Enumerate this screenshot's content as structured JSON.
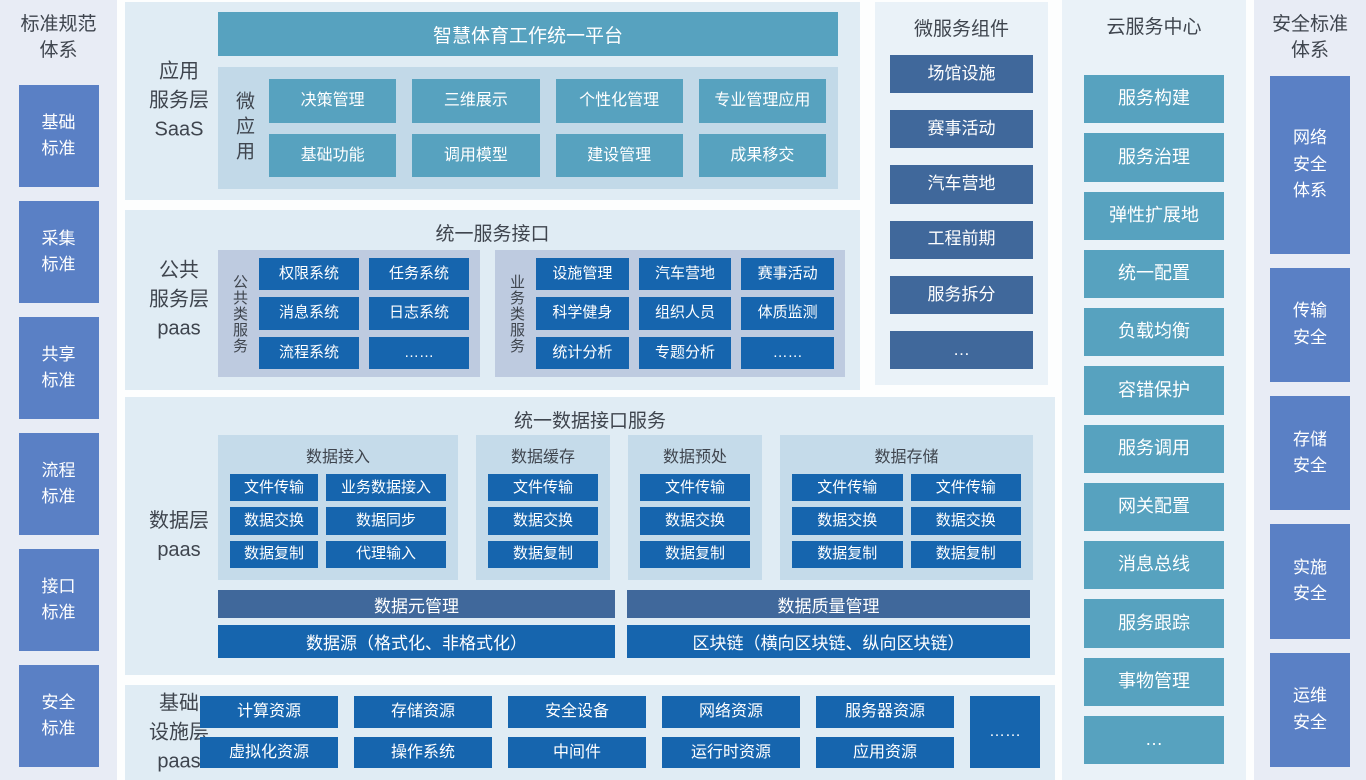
{
  "colors": {
    "sidebar_bg": "#E8ECF5",
    "sidebar_box": "#5A80C5",
    "panel_bg": "#E0ECF4",
    "column_bg": "#EAF2F8",
    "micro_inner": "#C2D9E8",
    "service_inner": "#BECBE0",
    "data_inner": "#C5DBEA",
    "teal": "#57A2BF",
    "dark_blue": "#1665AE",
    "slate": "#40689B",
    "text_dark": "#3F454E"
  },
  "left_sidebar": {
    "title": "标准规范\n体系",
    "items": [
      "基础\n标准",
      "采集\n标准",
      "共享\n标准",
      "流程\n标准",
      "接口\n标准",
      "安全\n标准"
    ]
  },
  "saas_layer": {
    "label": "应用\n服务层\nSaaS",
    "platform_title": "智慧体育工作统一平台",
    "micro_label": "微应用",
    "apps": [
      "决策管理",
      "三维展示",
      "个性化管理",
      "专业管理应用",
      "基础功能",
      "调用模型",
      "建设管理",
      "成果移交"
    ]
  },
  "public_layer": {
    "label": "公共\n服务层\npaas",
    "title": "统一服务接口",
    "groups": [
      {
        "label": "公共类服务",
        "items": [
          "权限系统",
          "任务系统",
          "消息系统",
          "日志系统",
          "流程系统",
          "……"
        ]
      },
      {
        "label": "业务类服务",
        "items": [
          "设施管理",
          "汽车营地",
          "赛事活动",
          "科学健身",
          "组织人员",
          "体质监测",
          "统计分析",
          "专题分析",
          "……"
        ]
      }
    ]
  },
  "data_layer": {
    "label": "数据层\npaas",
    "title": "统一数据接口服务",
    "groups": [
      {
        "title": "数据接入",
        "items": [
          "文件传输",
          "业务数据接入",
          "数据交换",
          "数据同步",
          "数据复制",
          "代理输入"
        ]
      },
      {
        "title": "数据缓存",
        "items": [
          "文件传输",
          "数据交换",
          "数据复制"
        ]
      },
      {
        "title": "数据预处",
        "items": [
          "文件传输",
          "数据交换",
          "数据复制"
        ]
      },
      {
        "title": "数据存储",
        "items": [
          "文件传输",
          "文件传输",
          "数据交换",
          "数据交换",
          "数据复制",
          "数据复制"
        ]
      }
    ],
    "bars": {
      "meta": "数据元管理",
      "source": "数据源（格式化、非格式化）",
      "quality": "数据质量管理",
      "blockchain": "区块链（横向区块链、纵向区块链）"
    }
  },
  "infra_layer": {
    "label": "基础\n设施层\npaas",
    "row1": [
      "计算资源",
      "存储资源",
      "安全设备",
      "网络资源",
      "服务器资源"
    ],
    "row2": [
      "虚拟化资源",
      "操作系统",
      "中间件",
      "运行时资源",
      "应用资源"
    ],
    "more": "……"
  },
  "microservices": {
    "title": "微服务组件",
    "items": [
      "场馆设施",
      "赛事活动",
      "汽车营地",
      "工程前期",
      "服务拆分",
      "…"
    ]
  },
  "cloud": {
    "title": "云服务中心",
    "items": [
      "服务构建",
      "服务治理",
      "弹性扩展地",
      "统一配置",
      "负载均衡",
      "容错保护",
      "服务调用",
      "网关配置",
      "消息总线",
      "服务跟踪",
      "事物管理",
      "…"
    ]
  },
  "right_sidebar": {
    "title": "安全标准\n体系",
    "items": [
      "网络\n安全\n体系",
      "传输\n安全",
      "存储\n安全",
      "实施\n安全",
      "运维\n安全"
    ]
  }
}
